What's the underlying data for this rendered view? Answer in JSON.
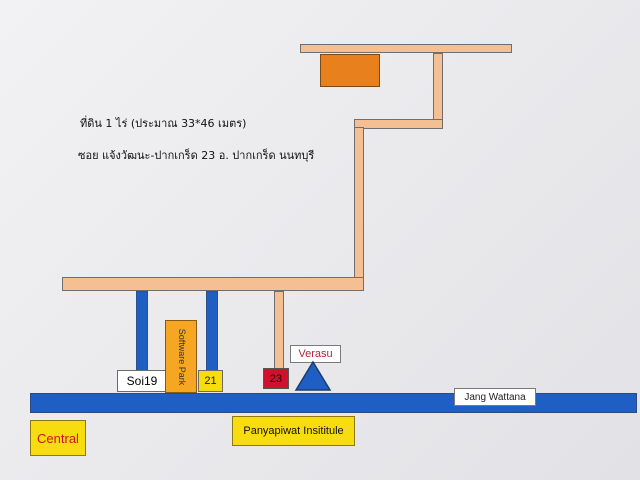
{
  "info": {
    "line1": "ที่ดิน 1 ไร่  (ประมาณ 33*46 เมตร)",
    "line2": "ซอย แจ้งวัฒนะ-ปากเกร็ด 23  อ. ปากเกร็ด นนทบุรี"
  },
  "labels": {
    "soi19": "Soi19",
    "software_park": "Software Park",
    "soi21": "21",
    "soi23": "23",
    "verasu": "Verasu",
    "jang_wattana": "Jang Wattana",
    "central": "Central",
    "panyapiwat": "Panyapiwat Insititule"
  },
  "colors": {
    "main_road": "#1f5fc4",
    "side_road": "#f4bf93",
    "land_plot": "#e8801e",
    "yellow_box": "#f7dd10",
    "software_park": "#f5a623",
    "soi23_box": "#d0112b",
    "verasu_text": "#b0273a",
    "verasu_marker": "#1f5fc4"
  }
}
